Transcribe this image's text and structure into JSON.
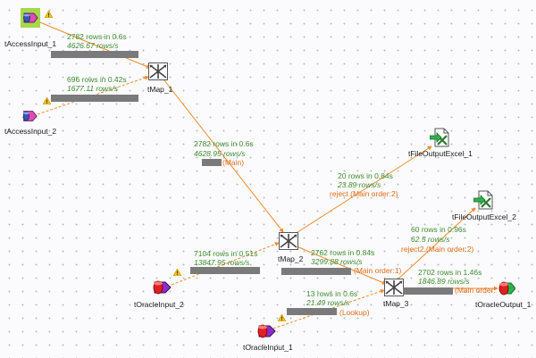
{
  "components": {
    "tAccessInput_1": "tAccessInput_1",
    "tAccessInput_2": "tAccessInput_2",
    "tMap_1": "tMap_1",
    "tMap_2": "tMap_2",
    "tMap_3": "tMap_3",
    "tOracleInput_1": "tOracleInput_1",
    "tOracleInput_2": "tOracleInput_2",
    "tFileOutputExcel_1": "tFileOutputExcel_1",
    "tFileOutputExcel_2": "tFileOutputExcel_2",
    "tOracleOutput_1": "tOracleOutput_1"
  },
  "flows": {
    "access1_tmap1": {
      "rows": "2782 rows in 0.6s",
      "rate": "4626.67 rows/s"
    },
    "access2_tmap1": {
      "rows": "696 rows in 0.42s",
      "rate": "1677.11 rows/s"
    },
    "tmap1_tmap2": {
      "rows": "2782 rows in 0.6s",
      "rate": "4628.95 rows/s",
      "label": "(Main)"
    },
    "oracle2_tmap2": {
      "rows": "7104 rows in 0.51s",
      "rate": "13847.95 rows/s"
    },
    "tmap2_excel1": {
      "rows": "20 rows in 0.84s",
      "rate": "23.89 rows/s",
      "label": "reject (Main order:2)"
    },
    "tmap2_tmap3": {
      "rows": "2762 rows in 0.84s",
      "rate": "3299.88 rows/s",
      "label": "(Main order:1)"
    },
    "oracle1_tmap3": {
      "rows": "13 rows in 0.6s",
      "rate": "21.49 rows/s",
      "label": "(Lookup)"
    },
    "tmap3_excel2": {
      "rows": "60 rows in 0.96s",
      "rate": "62.5 rows/s",
      "label": "reject2 (Main order:2)"
    },
    "tmap3_output": {
      "rows": "2702 rows in 1.46s",
      "rate": "1846.89 rows/s",
      "label": "(Main order:1)"
    }
  },
  "colors": {
    "flow_line": "#f08a2c",
    "stat_text": "#3d8d2c",
    "flow_text": "#e06b16",
    "progress_bar": "#7a7a7a",
    "warning": "#f3c21b"
  },
  "icons": {
    "access": "access-db-icon",
    "oracle": "oracle-db-icon",
    "tmap": "tmap-icon",
    "excel": "excel-output-icon",
    "warning": "warning-icon"
  }
}
